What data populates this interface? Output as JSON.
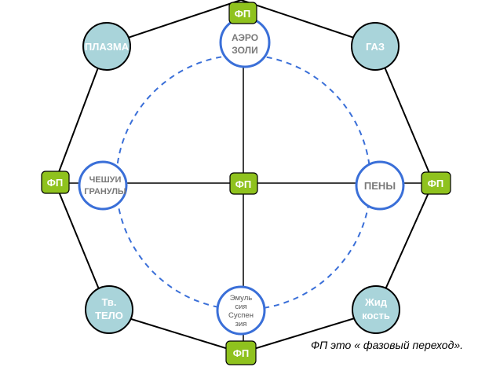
{
  "diagram": {
    "state_nodes": {
      "plasma": "ПЛАЗМА",
      "gas": "ГАЗ",
      "solid": [
        "Тв.",
        "ТЕЛО"
      ],
      "liquid": [
        "Жид",
        "кость"
      ]
    },
    "dispersion_nodes": {
      "aerosols": [
        "АЭРО",
        "ЗОЛИ"
      ],
      "foams": "ПЕНЫ",
      "flakes": [
        "ЧЕШУИ",
        "ГРАНУЛЫ"
      ],
      "emulsions": [
        "Эмуль",
        "сия",
        "Суспен",
        "зия"
      ]
    },
    "phase_transition_label": "ФП"
  },
  "caption": "ФП это « фазовый переход».",
  "colors": {
    "state_fill": "#a9d4da",
    "phase_box_fill": "#8fc21e",
    "circle_stroke": "#3a6fd8",
    "dashed_circle": "#3a6fd8",
    "line": "#000000",
    "node_text_light": "#ffffff",
    "node_text_dark": "#7a7a7a"
  }
}
